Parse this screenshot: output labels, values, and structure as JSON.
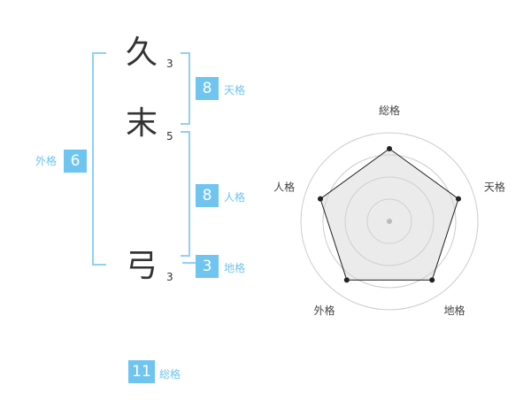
{
  "name_chars": [
    {
      "char": "久",
      "strokes": "3"
    },
    {
      "char": "末",
      "strokes": "5"
    },
    {
      "char": "弓",
      "strokes": "3"
    }
  ],
  "kakusu": {
    "tenkaku": {
      "value": "8",
      "label": "天格"
    },
    "jinkaku": {
      "value": "8",
      "label": "人格"
    },
    "chikaku": {
      "value": "3",
      "label": "地格"
    },
    "gaikaku": {
      "value": "6",
      "label": "外格"
    },
    "soukaku": {
      "value": "11",
      "label": "総格"
    }
  },
  "colors": {
    "accent": "#70c4f0",
    "bracket": "#8fd0f5",
    "text": "#333333"
  },
  "radar": {
    "axes": [
      "総格",
      "天格",
      "地格",
      "外格",
      "人格"
    ],
    "levels": 4,
    "values": [
      0.82,
      0.82,
      0.82,
      0.82,
      0.82
    ]
  }
}
